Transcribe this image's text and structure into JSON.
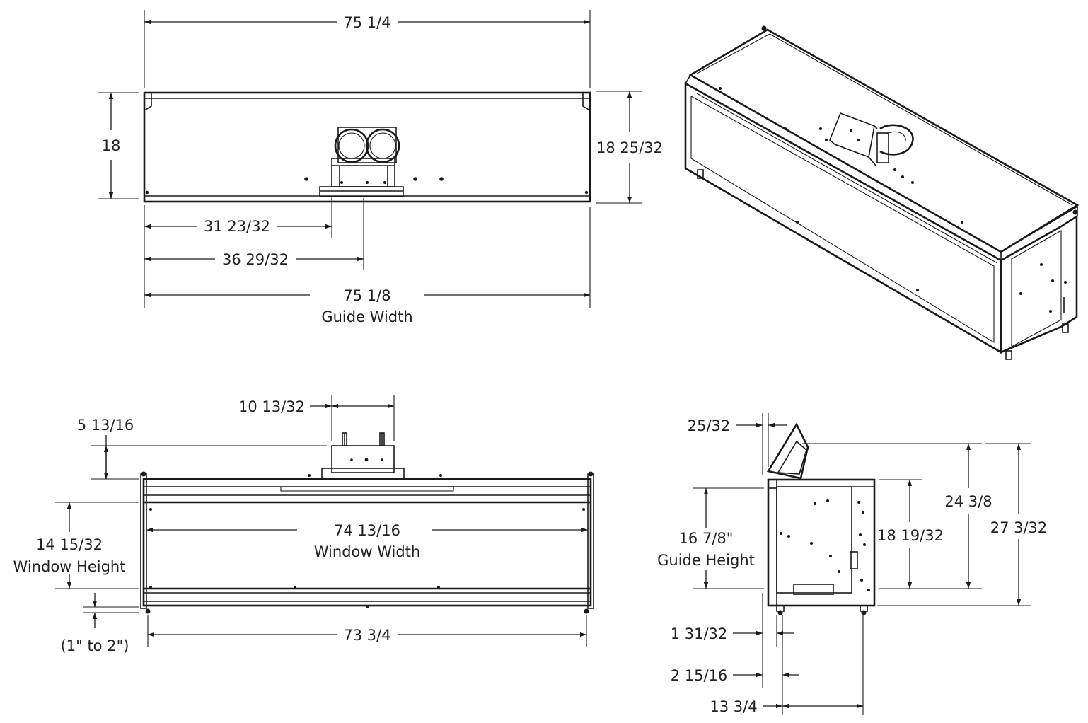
{
  "colors": {
    "line": "#1a1a1a",
    "text": "#222222",
    "background": "#ffffff"
  },
  "front_view": {
    "overall_width": "75 1/4",
    "height_left": "18",
    "height_right": "18 25/32",
    "vent_offset_1": "31 23/32",
    "vent_offset_2": "36 29/32",
    "guide_width_value": "75 1/8",
    "guide_width_label": "Guide Width"
  },
  "bottom_view": {
    "collar_width": "10 13/32",
    "collar_height": "5 13/16",
    "window_height_value": "14 15/32",
    "window_height_label": "Window Height",
    "window_width_value": "74 13/16",
    "window_width_label": "Window Width",
    "floor_gap": "(1\" to 2\")",
    "base_width": "73 3/4"
  },
  "side_view": {
    "top_offset": "25/32",
    "guide_height_value": "16 7/8\"",
    "guide_height_label": "Guide Height",
    "height_a": "18 19/32",
    "height_b": "24 3/8",
    "height_c": "27 3/32",
    "depth_a": "1 31/32",
    "depth_b": "2 15/16",
    "depth_c": "13 3/4"
  }
}
